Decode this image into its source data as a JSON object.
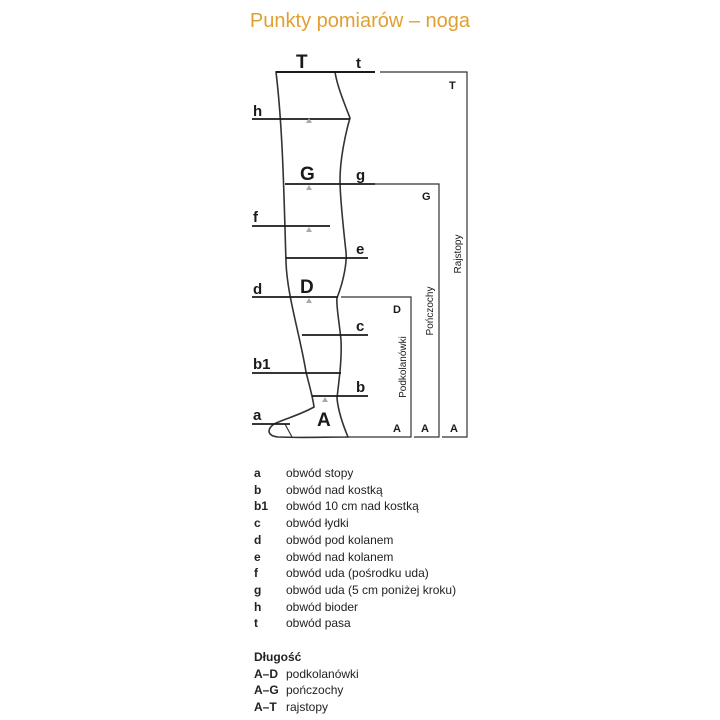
{
  "title": "Punkty pomiarów – noga",
  "diagram": {
    "big_labels": {
      "T": "T",
      "G": "G",
      "D": "D",
      "A": "A"
    },
    "line_labels": {
      "t": "t",
      "h": "h",
      "g": "g",
      "f": "f",
      "e": "e",
      "d": "d",
      "c": "c",
      "b1": "b1",
      "b": "b",
      "a": "a"
    },
    "brackets": [
      {
        "top": "D",
        "bottom": "A",
        "name": "Podkolanówki"
      },
      {
        "top": "G",
        "bottom": "A",
        "name": "Pończochy"
      },
      {
        "top": "T",
        "bottom": "A",
        "name": "Rajstopy"
      }
    ]
  },
  "legend": {
    "items": [
      {
        "code": "a",
        "desc": "obwód stopy"
      },
      {
        "code": "b",
        "desc": "obwód nad kostką"
      },
      {
        "code": "b1",
        "desc": "obwód 10 cm nad kostką"
      },
      {
        "code": "c",
        "desc": "obwód łydki"
      },
      {
        "code": "d",
        "desc": "obwód pod kolanem"
      },
      {
        "code": "e",
        "desc": "obwód nad kolanem"
      },
      {
        "code": "f",
        "desc": "obwód uda (pośrodku uda)"
      },
      {
        "code": "g",
        "desc": "obwód uda (5 cm poniżej kroku)"
      },
      {
        "code": "h",
        "desc": "obwód bioder"
      },
      {
        "code": "t",
        "desc": "obwód pasa"
      }
    ],
    "length_title": "Długość",
    "lengths": [
      {
        "code": "A–D",
        "desc": "podkolanówki"
      },
      {
        "code": "A–G",
        "desc": "pończochy"
      },
      {
        "code": "A–T",
        "desc": "rajstopy"
      }
    ]
  }
}
